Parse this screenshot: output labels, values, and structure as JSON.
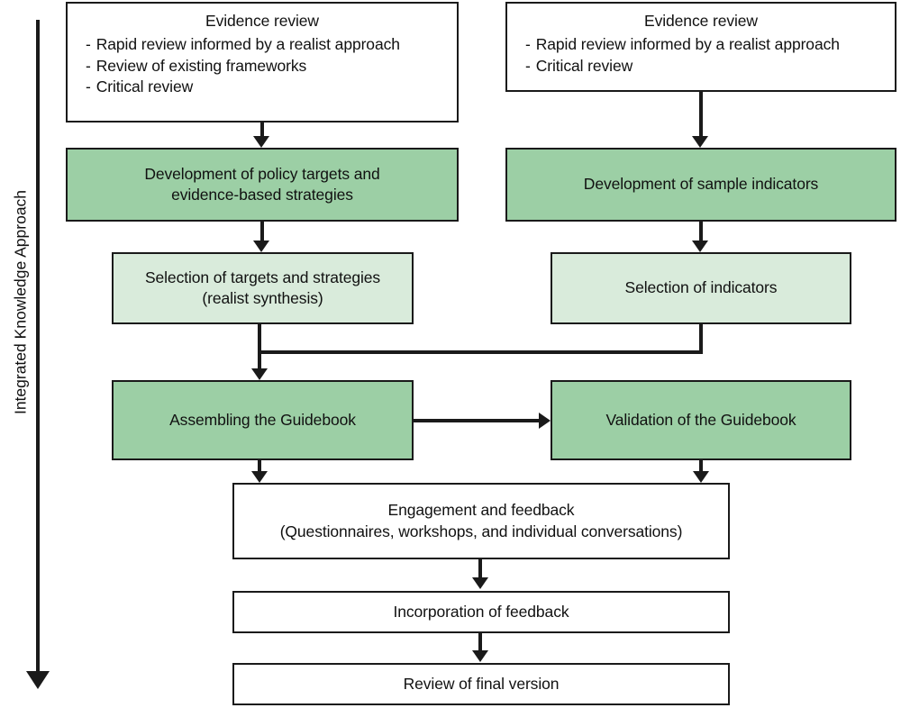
{
  "diagram": {
    "title": "Integrated Knowledge Approach guidebook development flowchart",
    "side_label": "Integrated Knowledge Approach",
    "colors": {
      "green": "#9ccfa5",
      "light_green": "#d9ebdb",
      "white": "#ffffff",
      "stroke": "#1a1a1a"
    },
    "nodes": {
      "evidence_review_left": {
        "title": "Evidence review",
        "bullets": [
          "Rapid review informed by a realist approach",
          "Review of existing frameworks",
          "Critical review"
        ],
        "dash": "-"
      },
      "evidence_review_right": {
        "title": "Evidence review",
        "bullets": [
          "Rapid review informed by a realist approach",
          "Critical review"
        ],
        "dash": "-"
      },
      "development_policy": {
        "line1": "Development of policy targets and",
        "line2": "evidence-based strategies"
      },
      "development_indicators": {
        "line1": "Development of sample indicators"
      },
      "selection_targets": {
        "line1": "Selection of targets and strategies",
        "line2": "(realist synthesis)"
      },
      "selection_indicators": {
        "line1": "Selection of indicators"
      },
      "assembling_guidebook": {
        "line1": "Assembling the Guidebook"
      },
      "validation_guidebook": {
        "line1": "Validation of the Guidebook"
      },
      "engagement_feedback": {
        "line1": "Engagement and feedback",
        "line2": "(Questionnaires, workshops, and individual conversations)"
      },
      "incorporation_feedback": {
        "line1": "Incorporation of feedback"
      },
      "review_final": {
        "line1": "Review of final version"
      }
    }
  }
}
